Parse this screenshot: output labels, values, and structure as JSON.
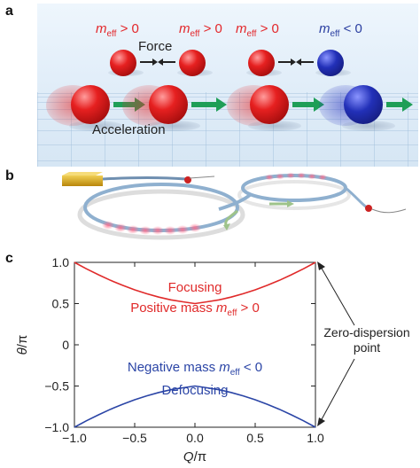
{
  "panel_labels": {
    "a": "a",
    "b": "b",
    "c": "c"
  },
  "panel_a": {
    "mass_labels": [
      {
        "prefix": "m",
        "sub": "eff",
        "rel": " > 0",
        "color": "#e3262a"
      },
      {
        "prefix": "m",
        "sub": "eff",
        "rel": " > 0",
        "color": "#e3262a"
      },
      {
        "prefix": "m",
        "sub": "eff",
        "rel": " > 0",
        "color": "#e3262a"
      },
      {
        "prefix": "m",
        "sub": "eff",
        "rel": " < 0",
        "color": "#2a3ea0"
      }
    ],
    "force_label": "Force",
    "acceleration_label": "Acceleration",
    "colors": {
      "positive": "#e3262a",
      "negative": "#2a3ea0",
      "arrow": "#1e9e57",
      "force_arrow": "#222222"
    }
  },
  "panel_b": {
    "icons": [
      "laser-source-icon",
      "fiber-ring-large-icon",
      "fiber-ring-small-icon",
      "pulse-train-icon"
    ]
  },
  "chart_data": {
    "type": "line",
    "xlabel": {
      "main": "Q",
      "unit": "/π"
    },
    "ylabel": {
      "main": "θ",
      "unit": "/π"
    },
    "xlim": [
      -1.0,
      1.0
    ],
    "ylim": [
      -1.0,
      1.0
    ],
    "xticks": [
      -1.0,
      -0.5,
      0.0,
      0.5,
      1.0
    ],
    "yticks": [
      -1.0,
      -0.5,
      0.0,
      0.5,
      1.0
    ],
    "xtick_labels": [
      "−1.0",
      "−0.5",
      "0.0",
      "0.5",
      "1.0"
    ],
    "ytick_labels": [
      "−1.0",
      "−0.5",
      "0",
      "0.5",
      "1.0"
    ],
    "series": [
      {
        "color": "#e02a2a",
        "x": [
          -1.0,
          -0.9,
          -0.8,
          -0.7,
          -0.6,
          -0.5,
          -0.4,
          -0.3,
          -0.2,
          -0.1,
          0.0,
          0.1,
          0.2,
          0.3,
          0.4,
          0.5,
          0.6,
          0.7,
          0.8,
          0.9,
          1.0
        ],
        "y": [
          1.0,
          0.922,
          0.849,
          0.782,
          0.722,
          0.667,
          0.619,
          0.578,
          0.545,
          0.522,
          0.5,
          0.522,
          0.545,
          0.578,
          0.619,
          0.667,
          0.722,
          0.782,
          0.849,
          0.922,
          1.0
        ]
      },
      {
        "color": "#2b45a6",
        "x": [
          -1.0,
          -0.9,
          -0.8,
          -0.7,
          -0.6,
          -0.5,
          -0.4,
          -0.3,
          -0.2,
          -0.1,
          0.0,
          0.1,
          0.2,
          0.3,
          0.4,
          0.5,
          0.6,
          0.7,
          0.8,
          0.9,
          1.0
        ],
        "y": [
          -1.0,
          -0.922,
          -0.849,
          -0.782,
          -0.722,
          -0.667,
          -0.619,
          -0.578,
          -0.545,
          -0.522,
          -0.5,
          -0.522,
          -0.545,
          -0.578,
          -0.619,
          -0.667,
          -0.722,
          -0.782,
          -0.849,
          -0.922,
          -1.0
        ]
      }
    ],
    "annotations": [
      {
        "id": "focusing",
        "text": "Focusing",
        "color": "#e02a2a",
        "x": 0.0,
        "y": 0.7
      },
      {
        "id": "positive-mass",
        "text": "Positive mass ",
        "math": "m",
        "sub": "eff",
        "rel": " > 0",
        "color": "#e02a2a",
        "x": 0.0,
        "y": 0.45
      },
      {
        "id": "negative-mass",
        "text": "Negative mass ",
        "math": "m",
        "sub": "eff",
        "rel": " < 0",
        "color": "#2b45a6",
        "x": 0.0,
        "y": -0.27
      },
      {
        "id": "defocusing",
        "text": "Defocusing",
        "color": "#2b45a6",
        "x": 0.0,
        "y": -0.55
      }
    ],
    "callout": {
      "lines": [
        "Zero-dispersion",
        "point"
      ],
      "targets": [
        [
          1.0,
          1.0
        ],
        [
          1.0,
          -1.0
        ]
      ]
    }
  }
}
